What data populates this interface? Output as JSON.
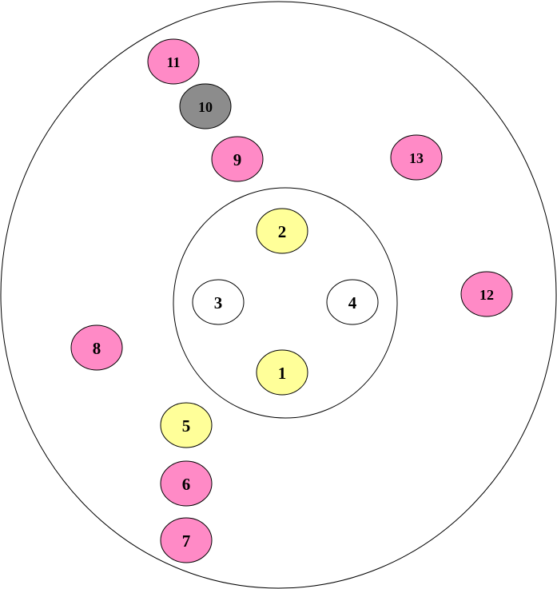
{
  "colors": {
    "pink": "#ff8ac6",
    "yellow": "#ffff99",
    "white": "#ffffff",
    "gray": "#8c8c8c"
  },
  "nodes": [
    {
      "label": "1",
      "fill": "yellow"
    },
    {
      "label": "2",
      "fill": "yellow"
    },
    {
      "label": "3",
      "fill": "white"
    },
    {
      "label": "4",
      "fill": "white"
    },
    {
      "label": "5",
      "fill": "yellow"
    },
    {
      "label": "6",
      "fill": "pink"
    },
    {
      "label": "7",
      "fill": "pink"
    },
    {
      "label": "8",
      "fill": "pink"
    },
    {
      "label": "9",
      "fill": "pink"
    },
    {
      "label": "10",
      "fill": "gray"
    },
    {
      "label": "11",
      "fill": "pink"
    },
    {
      "label": "12",
      "fill": "pink"
    },
    {
      "label": "13",
      "fill": "pink"
    }
  ]
}
